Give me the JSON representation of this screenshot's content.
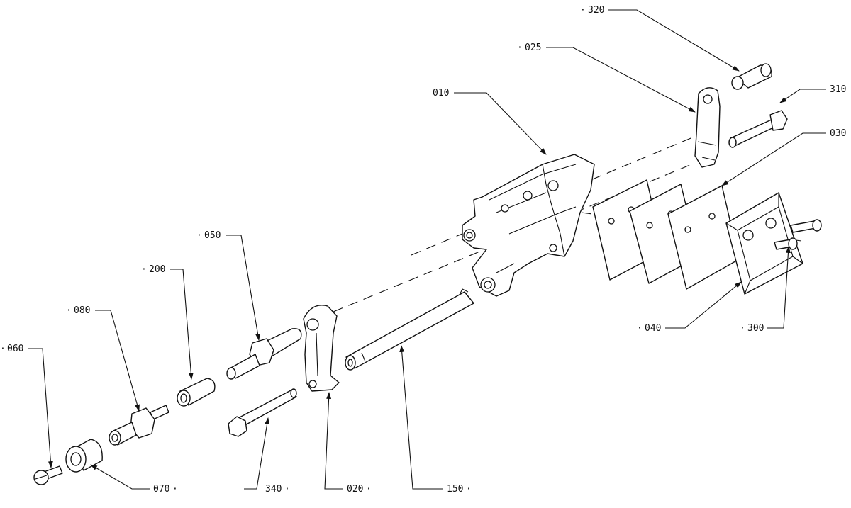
{
  "callouts": {
    "c320": "320",
    "c025": "025",
    "c310": "310",
    "c010": "010",
    "c030": "030",
    "c050": "050",
    "c200": "200",
    "c080": "080",
    "c060": "060",
    "c040": "040",
    "c300": "300",
    "c070": "070",
    "c340": "340",
    "c020": "020",
    "c150": "150"
  },
  "colors": {
    "ink": "#111111",
    "paper": "#ffffff"
  }
}
